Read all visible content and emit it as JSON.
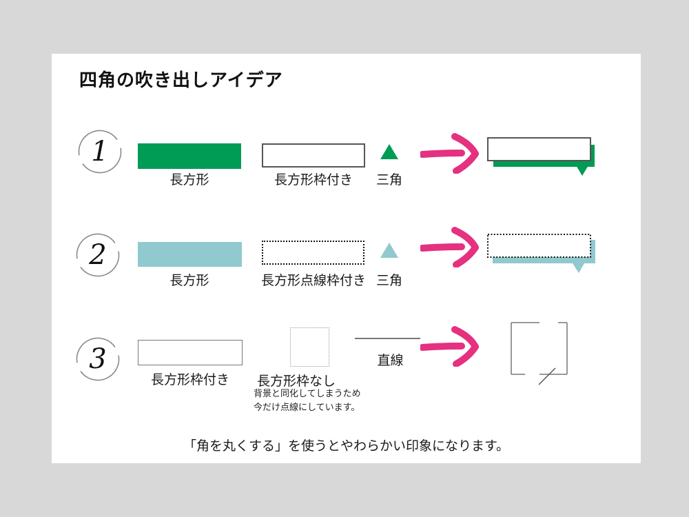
{
  "title": "四角の吹き出しアイデア",
  "footer": "「角を丸くする」を使うとやわらかい印象になります。",
  "colors": {
    "green": "#009b55",
    "teal": "#90c9ce",
    "arrow_pink": "#e5317f",
    "background_gray": "#d8d8d8",
    "card_white": "#ffffff"
  },
  "rows": [
    {
      "number": "1",
      "rect_label": "長方形",
      "frame_label": "長方形枠付き",
      "triangle_label": "三角"
    },
    {
      "number": "2",
      "rect_label": "長方形",
      "frame_label": "長方形点線枠付き",
      "triangle_label": "三角"
    },
    {
      "number": "3",
      "frame_label": "長方形枠付き",
      "noborder_label": "長方形枠なし",
      "note_line1": "背景と同化してしまうため",
      "note_line2": "今だけ点線にしています。",
      "line_label": "直線"
    }
  ]
}
